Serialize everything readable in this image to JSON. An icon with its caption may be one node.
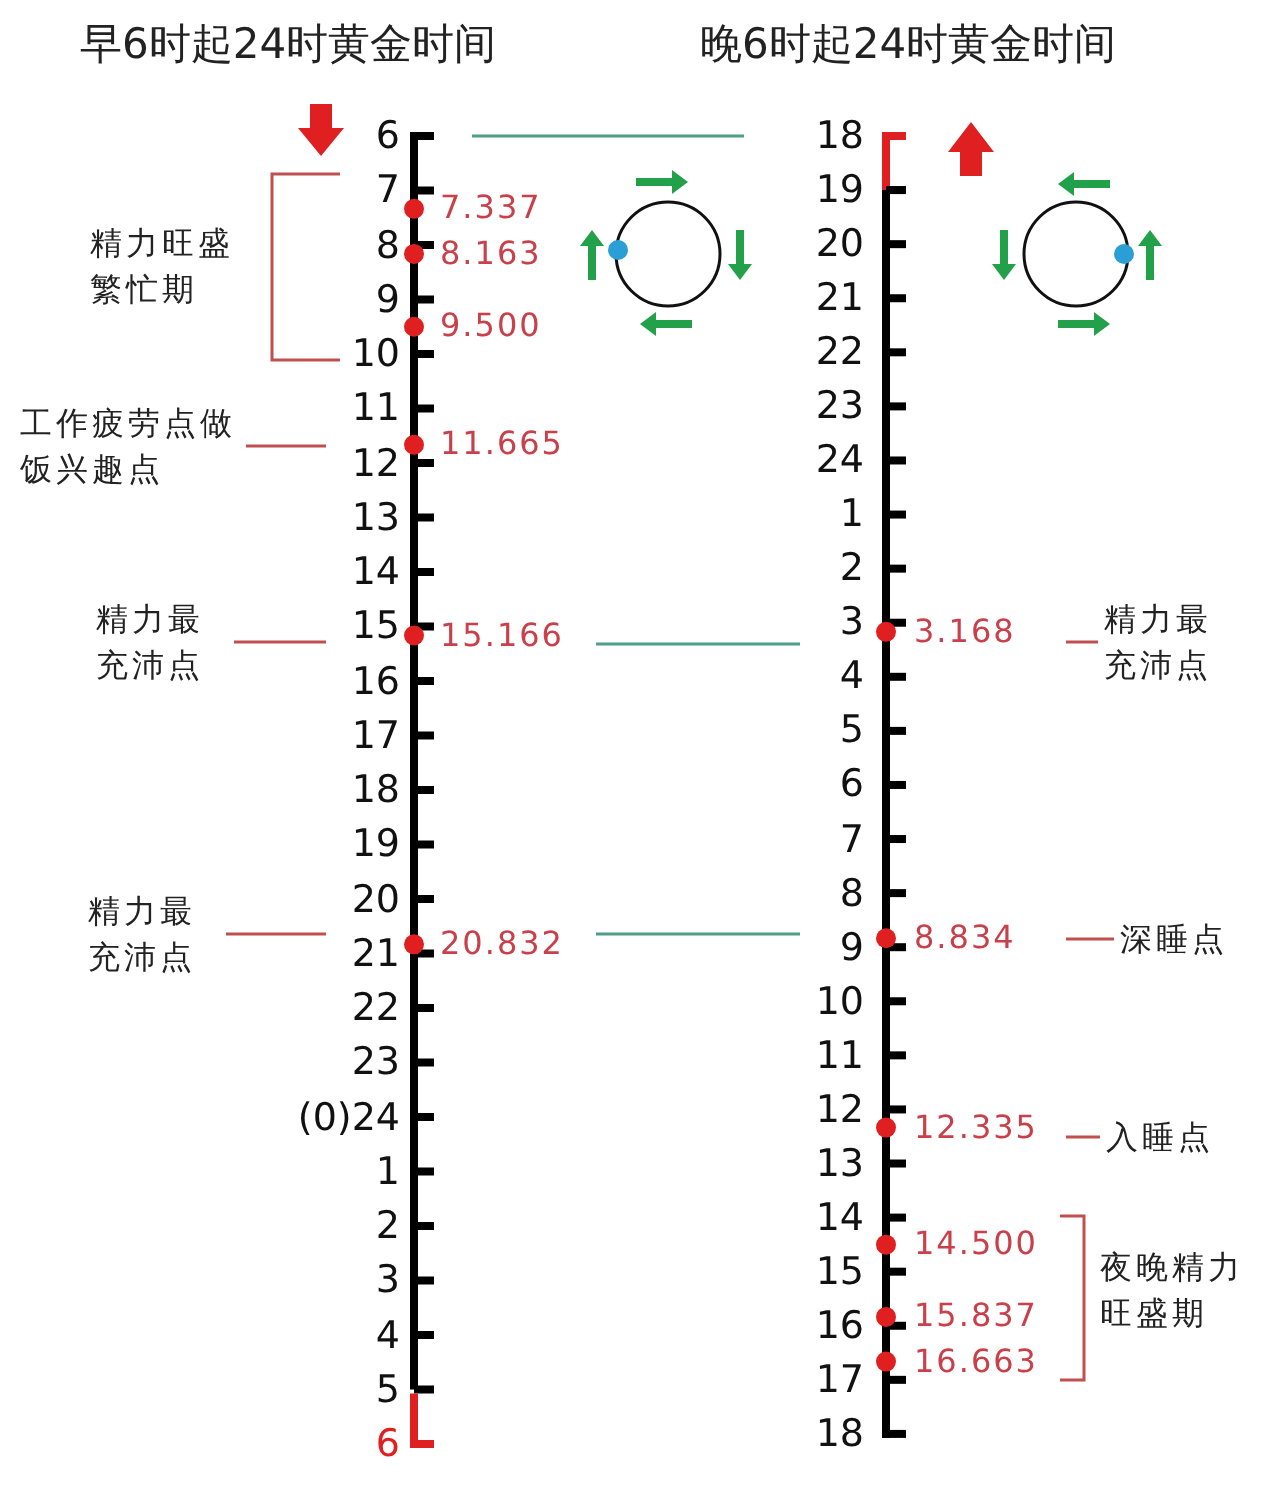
{
  "diagram": {
    "nodes": [
      {
        "text": [
          "精力旺盛繁忙期"
        ]
      },
      {
        "text": [
          "工作疲劳点做饭兴趣点"
        ]
      },
      {
        "text": [
          "精力最充沛点"
        ]
      },
      {
        "text": [
          "精力最充沛点"
        ]
      },
      {
        "text": [
          "精力最充沛点"
        ]
      },
      {
        "text": [
          "深睡点"
        ]
      },
      {
        "text": [
          "入睡点"
        ]
      },
      {
        "text": [
          "夜晚精力旺盛期"
        ]
      }
    ],
    "edges": [
      {
        "from": 1,
        "to": null,
        "arrow": "none"
      },
      {
        "from": 2,
        "to": null,
        "arrow": "none"
      },
      {
        "from": 3,
        "to": null,
        "arrow": "none"
      },
      {
        "from": 4,
        "to": null,
        "arrow": "none"
      },
      {
        "from": 5,
        "to": null,
        "arrow": "none"
      },
      {
        "from": 6,
        "to": null,
        "arrow": "none"
      }
    ],
    "labels": [
      "早6时起24时黄金时间",
      "晚6时起24时黄金时间",
      "6",
      "7",
      "8",
      "9",
      "10",
      "11",
      "12",
      "13",
      "14",
      "15",
      "16",
      "17",
      "18",
      "19",
      "20",
      "21",
      "22",
      "23",
      "(0)24",
      "1",
      "2",
      "3",
      "4",
      "5",
      "6",
      "7.337",
      "8.163",
      "9.500",
      "11.665",
      "15.166",
      "20.832",
      "18",
      "19",
      "20",
      "21",
      "22",
      "23",
      "24",
      "1",
      "2",
      "3",
      "4",
      "5",
      "6",
      "7",
      "8",
      "9",
      "10",
      "11",
      "12",
      "13",
      "14",
      "15",
      "16",
      "17",
      "18",
      "3.168",
      "8.834",
      "12.335",
      "14.500",
      "15.837",
      "16.663"
    ]
  }
}
